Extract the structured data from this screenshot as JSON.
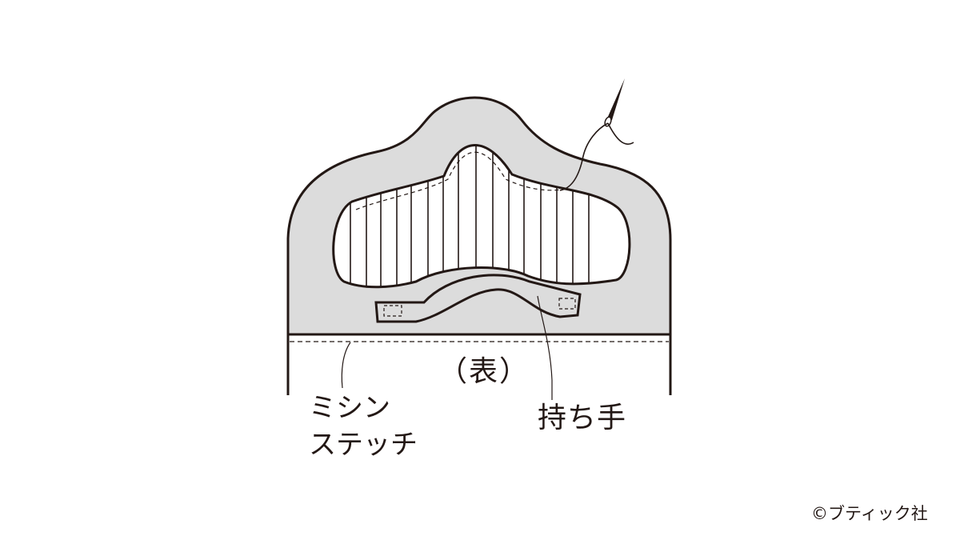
{
  "labels": {
    "face_side": "（表）",
    "machine_stitch_line1": "ミシン",
    "machine_stitch_line2": "ステッチ",
    "handle": "持ち手"
  },
  "copyright": "©ブティック社",
  "colors": {
    "ink": "#231815",
    "fill_gray": "#dcdcdc",
    "background": "#ffffff"
  }
}
